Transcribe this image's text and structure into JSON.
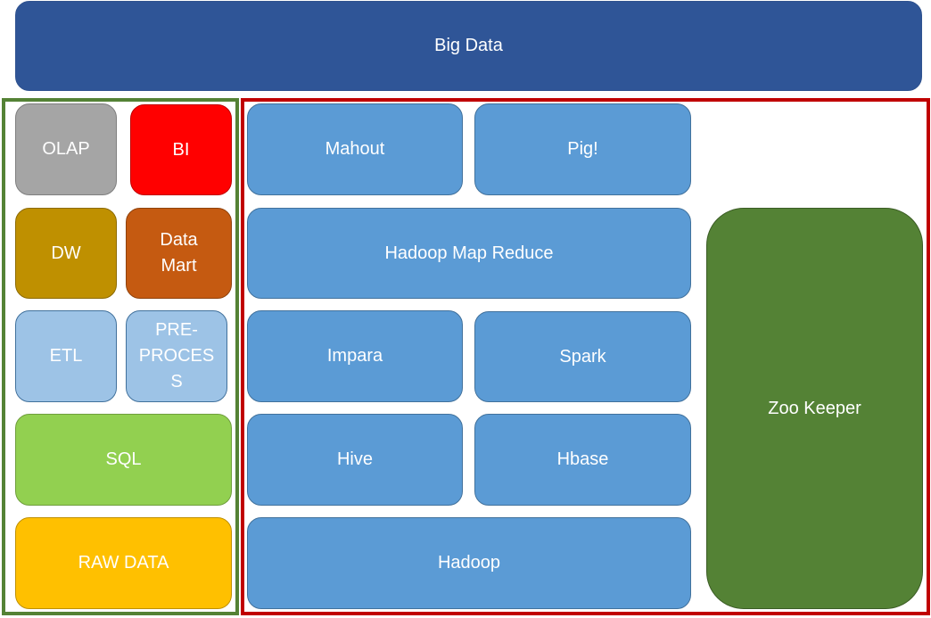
{
  "colors": {
    "big_data": "#2f5597",
    "hadoop_blue": "#5b9bd5",
    "zoo_keeper": "#548235",
    "green_frame": "#548235",
    "red_frame": "#c00000",
    "olap": "#a5a5a5",
    "bi": "#ff0000",
    "dw": "#bf9000",
    "data_mart": "#c55a11",
    "etl": "#9dc3e6",
    "sql": "#92d050",
    "raw_data": "#ffc000"
  },
  "header": {
    "label": "Big Data"
  },
  "left_stack": {
    "olap": "OLAP",
    "bi": "BI",
    "dw": "DW",
    "data_mart_line1": "Data",
    "data_mart_line2": "Mart",
    "etl": "ETL",
    "preprocess_line1": "PRE-",
    "preprocess_line2": "PROCES",
    "preprocess_line3": "S",
    "sql": "SQL",
    "raw_data": "RAW DATA"
  },
  "hadoop_stack": {
    "mahout": "Mahout",
    "pig": "Pig!",
    "map_reduce": "Hadoop Map Reduce",
    "impara": "Impara",
    "spark": "Spark",
    "hive": "Hive",
    "hbase": "Hbase",
    "hadoop": "Hadoop",
    "zoo_keeper": "Zoo Keeper"
  }
}
